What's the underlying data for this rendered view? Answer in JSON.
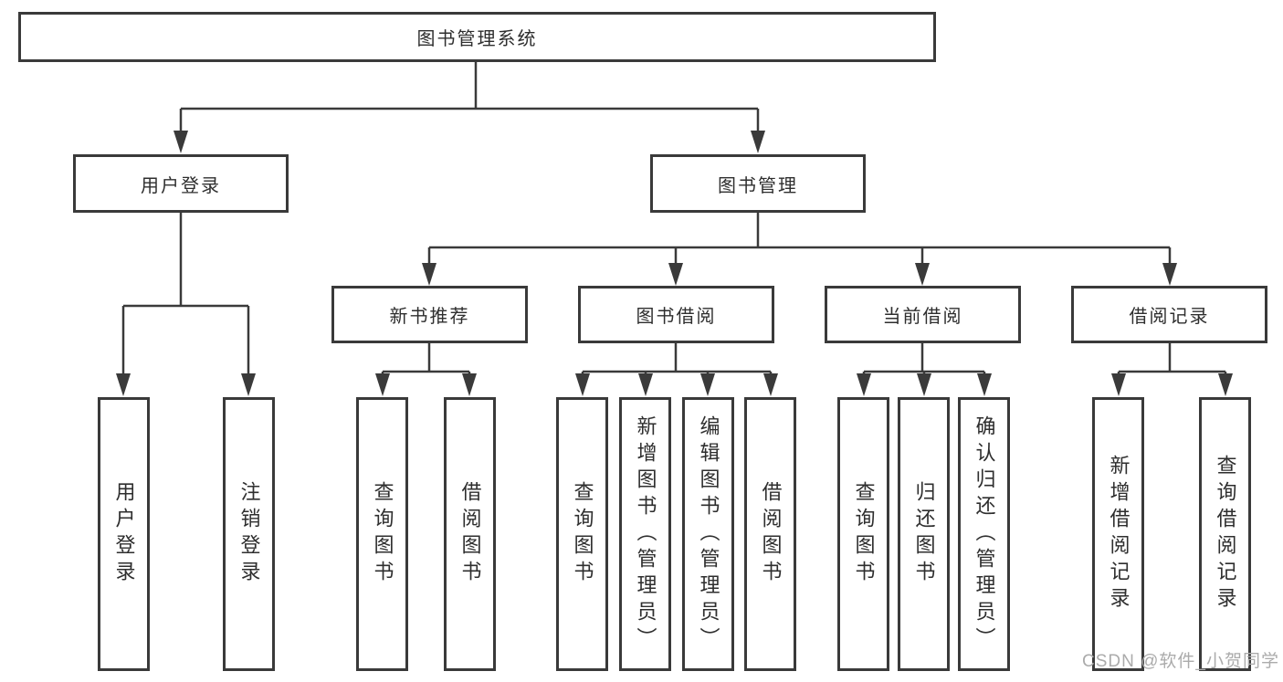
{
  "tree": {
    "label": "图书管理系统",
    "children": [
      {
        "label": "用户登录",
        "children": [
          {
            "label": "用户登录"
          },
          {
            "label": "注销登录"
          }
        ]
      },
      {
        "label": "图书管理",
        "children": [
          {
            "label": "新书推荐",
            "children": [
              {
                "label": "查询图书"
              },
              {
                "label": "借阅图书"
              }
            ]
          },
          {
            "label": "图书借阅",
            "children": [
              {
                "label": "查询图书"
              },
              {
                "label": "新增图书（管理员）"
              },
              {
                "label": "编辑图书（管理员）"
              },
              {
                "label": "借阅图书"
              }
            ]
          },
          {
            "label": "当前借阅",
            "children": [
              {
                "label": "查询图书"
              },
              {
                "label": "归还图书"
              },
              {
                "label": "确认归还（管理员）"
              }
            ]
          },
          {
            "label": "借阅记录",
            "children": [
              {
                "label": "新增借阅记录"
              },
              {
                "label": "查询借阅记录"
              }
            ]
          }
        ]
      }
    ]
  },
  "watermark": "CSDN @软件_小贺同学",
  "colors": {
    "line": "#3a3a3a",
    "text": "#2e2e2e",
    "watermark": "#ababab",
    "background": "#ffffff"
  }
}
